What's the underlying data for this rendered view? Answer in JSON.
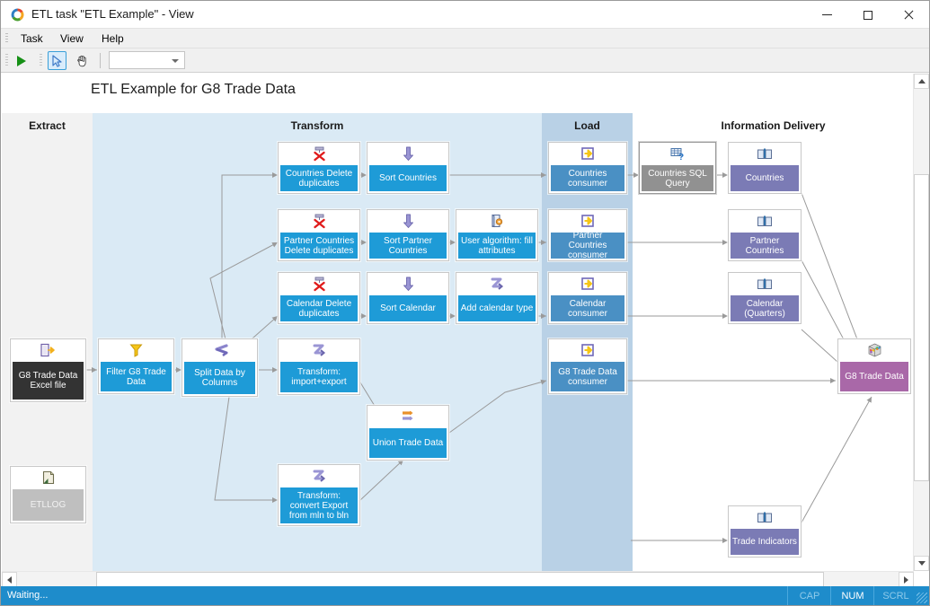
{
  "window": {
    "title": "ETL task \"ETL Example\" - View",
    "app_icon": "etl-task-icon",
    "minimize_label": "Minimize",
    "maximize_label": "Maximize",
    "close_label": "Close"
  },
  "menubar": {
    "items": [
      {
        "name": "task",
        "label": "Task",
        "mnemonic": "a"
      },
      {
        "name": "view",
        "label": "View",
        "mnemonic": "V"
      },
      {
        "name": "help",
        "label": "Help",
        "mnemonic": "H"
      }
    ]
  },
  "toolbar": {
    "run_label": "Run",
    "select_label": "Select tool",
    "pan_label": "Pan tool",
    "zoom_combo_value": "",
    "zoom_combo_placeholder": ""
  },
  "diagram": {
    "title": "ETL Example for G8 Trade Data",
    "lanes": [
      {
        "name": "extract",
        "label": "Extract",
        "color": "#f2f2f2"
      },
      {
        "name": "transform",
        "label": "Transform",
        "color": "#daeaf5"
      },
      {
        "name": "load",
        "label": "Load",
        "color": "#b9d1e6"
      },
      {
        "name": "information-delivery",
        "label": "Information Delivery",
        "color": "#ffffff"
      }
    ],
    "nodes": [
      {
        "id": "g8-excel-file",
        "label": "G8 Trade Data Excel file",
        "icon": "excel-export-icon",
        "style": "dark"
      },
      {
        "id": "etllog",
        "label": "ETLLOG",
        "icon": "log-file-icon",
        "style": "gray"
      },
      {
        "id": "filter-g8",
        "label": "Filter G8 Trade Data",
        "icon": "funnel-icon",
        "style": "blue"
      },
      {
        "id": "split-data",
        "label": "Split Data by Columns",
        "icon": "split-icon",
        "style": "blue"
      },
      {
        "id": "countries-delete-dup",
        "label": "Countries Delete duplicates",
        "icon": "delete-duplicates-icon",
        "style": "blue"
      },
      {
        "id": "sort-countries",
        "label": "Sort Countries",
        "icon": "sort-down-icon",
        "style": "blue"
      },
      {
        "id": "partner-delete-dup",
        "label": "Partner Countries Delete duplicates",
        "icon": "delete-duplicates-icon",
        "style": "blue"
      },
      {
        "id": "sort-partner",
        "label": "Sort Partner Countries",
        "icon": "sort-down-icon",
        "style": "blue"
      },
      {
        "id": "user-algorithm",
        "label": "User algorithm: fill attributes",
        "icon": "user-algorithm-icon",
        "style": "blue"
      },
      {
        "id": "calendar-delete-dup",
        "label": "Calendar Delete duplicates",
        "icon": "delete-duplicates-icon",
        "style": "blue"
      },
      {
        "id": "sort-calendar",
        "label": "Sort Calendar",
        "icon": "sort-down-icon",
        "style": "blue"
      },
      {
        "id": "add-calendar-type",
        "label": "Add calendar type",
        "icon": "transform-z-icon",
        "style": "blue"
      },
      {
        "id": "transform-import-export",
        "label": "Transform: import+export",
        "icon": "transform-z-icon",
        "style": "blue"
      },
      {
        "id": "transform-convert",
        "label": "Transform: convert Export from mln to bln",
        "icon": "transform-z-icon",
        "style": "blue"
      },
      {
        "id": "union-trade-data",
        "label": "Union Trade Data",
        "icon": "union-icon",
        "style": "blue"
      },
      {
        "id": "countries-consumer",
        "label": "Countries consumer",
        "icon": "consumer-icon",
        "style": "blue2"
      },
      {
        "id": "partner-consumer",
        "label": "Partner Countries consumer",
        "icon": "consumer-icon",
        "style": "blue2"
      },
      {
        "id": "calendar-consumer",
        "label": "Calendar consumer",
        "icon": "consumer-icon",
        "style": "blue2"
      },
      {
        "id": "g8-consumer",
        "label": "G8 Trade Data consumer",
        "icon": "consumer-icon",
        "style": "blue2"
      },
      {
        "id": "countries-sql-query",
        "label": "Countries SQL Query",
        "icon": "sql-query-icon",
        "style": "gray2"
      },
      {
        "id": "countries-dim",
        "label": "Countries",
        "icon": "dimension-book-icon",
        "style": "purple"
      },
      {
        "id": "partner-countries-dim",
        "label": "Partner Countries",
        "icon": "dimension-book-icon",
        "style": "purple"
      },
      {
        "id": "calendar-quarters-dim",
        "label": "Calendar (Quarters)",
        "icon": "dimension-book-icon",
        "style": "purple"
      },
      {
        "id": "g8-trade-data-cube",
        "label": "G8 Trade Data",
        "icon": "cube-icon",
        "style": "mauve"
      },
      {
        "id": "trade-indicators-dim",
        "label": "Trade Indicators",
        "icon": "dimension-book-icon",
        "style": "purple"
      }
    ]
  },
  "scrollbars": {
    "vertical_up": "scroll-up",
    "vertical_down": "scroll-down",
    "horizontal_left": "scroll-left",
    "horizontal_right": "scroll-right"
  },
  "statusbar": {
    "message": "Waiting...",
    "cap": "CAP",
    "num": "NUM",
    "scrl": "SCRL"
  }
}
